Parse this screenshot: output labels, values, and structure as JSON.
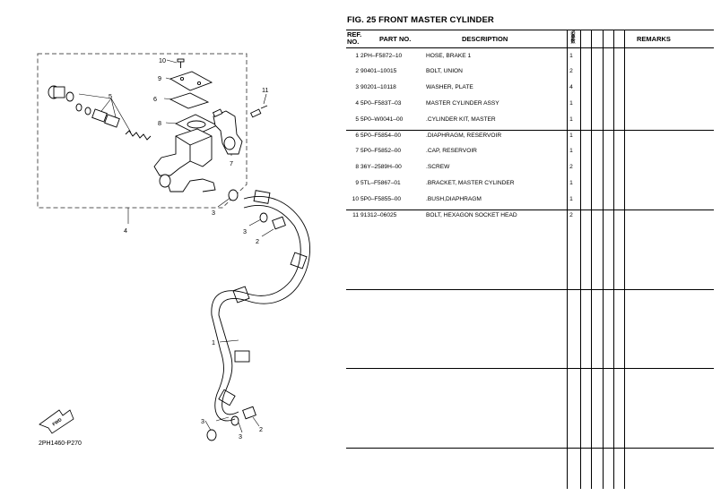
{
  "figure": {
    "title": "FIG.  25  FRONT MASTER CYLINDER",
    "diagram_code": "2PH1460-P270",
    "fwd_label": "FWD",
    "callouts": [
      "1",
      "2",
      "2",
      "3",
      "3",
      "3",
      "3",
      "4",
      "5",
      "6",
      "7",
      "8",
      "9",
      "10",
      "11"
    ]
  },
  "table": {
    "headers": {
      "ref_no": "REF.\nNO.",
      "part_no": "PART NO.",
      "description": "DESCRIPTION",
      "qty_col": "必要数",
      "remarks": "REMARKS"
    },
    "rows": [
      {
        "ref": "1",
        "part_no": "2PH–F5872–10",
        "description": "HOSE, BRAKE 1",
        "qty": "1"
      },
      {
        "ref": "2",
        "part_no": "90401–10015",
        "description": "BOLT, UNION",
        "qty": "2"
      },
      {
        "ref": "3",
        "part_no": "90201–10118",
        "description": "WASHER, PLATE",
        "qty": "4"
      },
      {
        "ref": "4",
        "part_no": "5P0–F583T–03",
        "description": "MASTER CYLINDER ASSY",
        "qty": "1"
      },
      {
        "ref": "5",
        "part_no": "5P0–W0041–00",
        "description": ".CYLINDER KIT, MASTER",
        "qty": "1"
      },
      {
        "ref": "6",
        "part_no": "5P0–F5854–00",
        "description": ".DIAPHRAGM, RESERVOIR",
        "qty": "1"
      },
      {
        "ref": "7",
        "part_no": "5P0–F5852–00",
        "description": ".CAP, RESERVOIR",
        "qty": "1"
      },
      {
        "ref": "8",
        "part_no": "36Y–2589H–00",
        "description": ".SCREW",
        "qty": "2"
      },
      {
        "ref": "9",
        "part_no": "5TL–F5867–01",
        "description": ".BRACKET, MASTER CYLINDER",
        "qty": "1"
      },
      {
        "ref": "10",
        "part_no": "5P0–F5855–00",
        "description": ".BUSH,DIAPHRAGM",
        "qty": "1"
      },
      {
        "ref": "11",
        "part_no": "91312–06025",
        "description": "BOLT, HEXAGON SOCKET HEAD",
        "qty": "2"
      }
    ]
  }
}
